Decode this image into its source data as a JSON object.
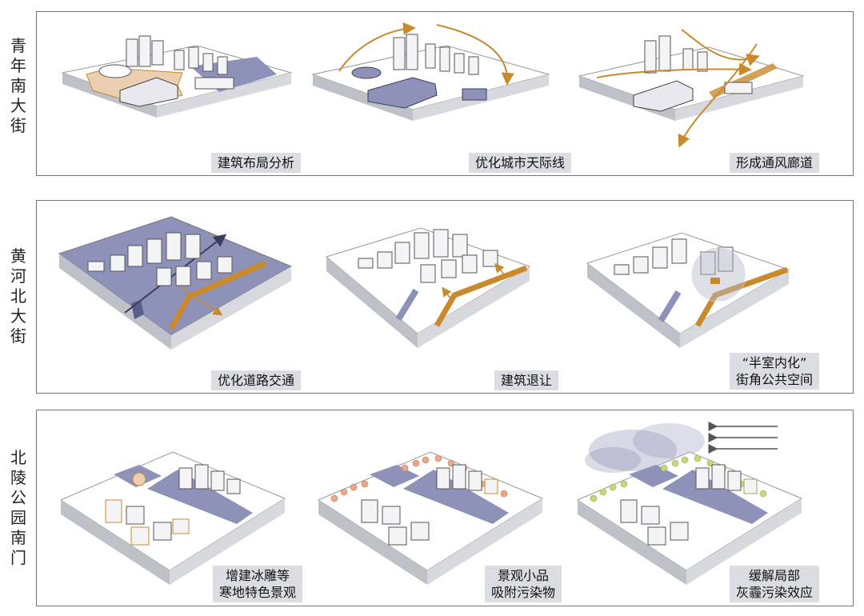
{
  "rows": [
    {
      "label": "青\n年\n南\n大\n街",
      "captions": [
        "建筑布局分析",
        "优化城市天际线",
        "形成通风廊道"
      ]
    },
    {
      "label": "黄\n河\n北\n大\n街",
      "captions": [
        "优化道路交通",
        "建筑退让",
        "“半室内化”\n街角公共空间"
      ]
    },
    {
      "label": "北\n陵\n公\n园\n南\n门",
      "captions": [
        "增建冰雕等\n寒地特色景观",
        "景观小品\n吸附污染物",
        "缓解局部\n灰霾污染效应"
      ]
    }
  ],
  "colors": {
    "plate": "#ffffff",
    "plate_side": "#bfc1c9",
    "road": "#8f92b8",
    "accent": "#c98a2e",
    "accent_light": "#eccfb0",
    "caption_bg": "#dcdde3",
    "border": "#777777"
  }
}
